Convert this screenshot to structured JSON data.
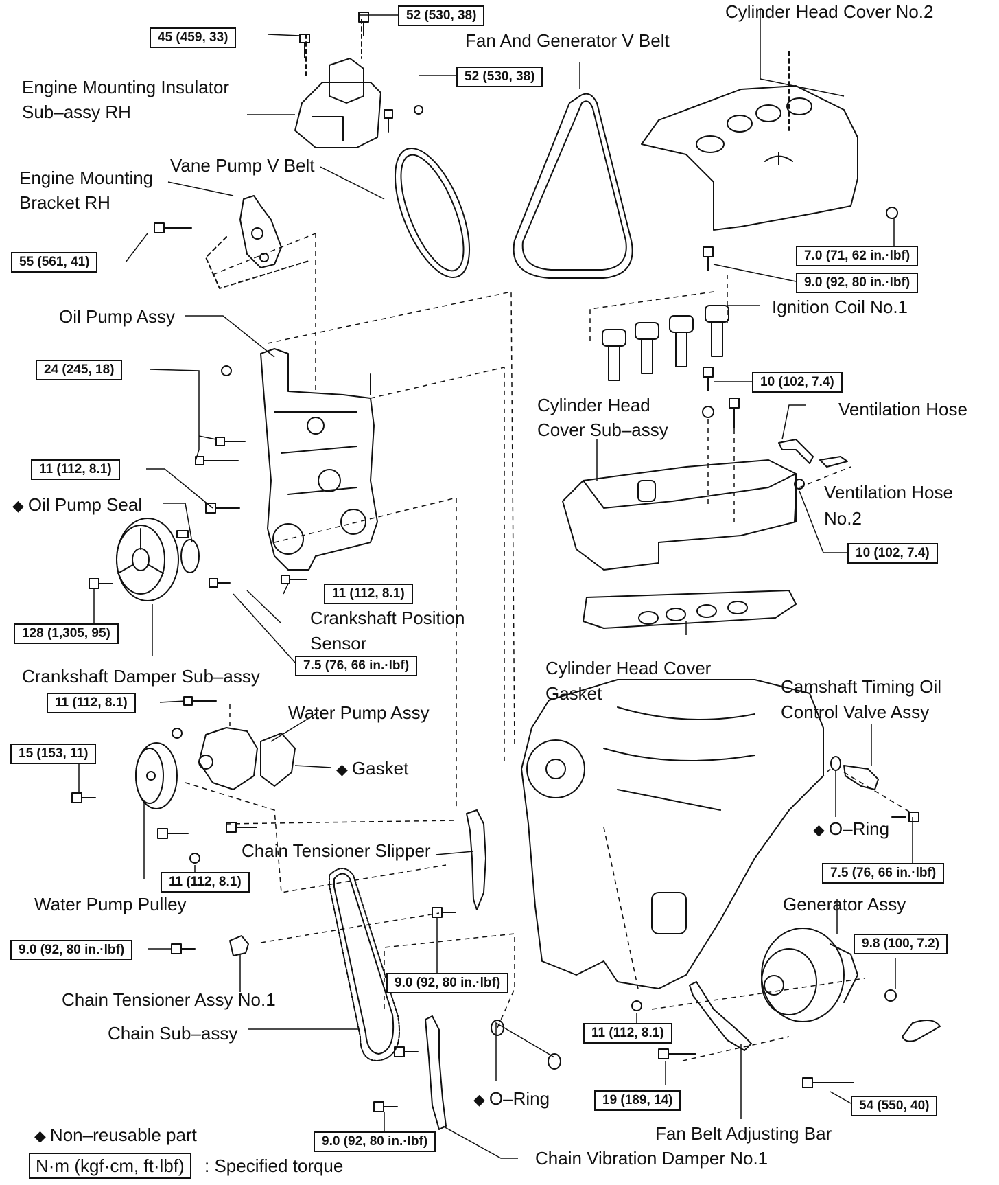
{
  "labels": {
    "cylinder_head_cover_no2": "Cylinder Head Cover No.2",
    "fan_generator_v_belt": "Fan And Generator V Belt",
    "engine_mounting_insulator_1": "Engine Mounting Insulator",
    "engine_mounting_insulator_2": "Sub–assy RH",
    "vane_pump_v_belt": "Vane Pump V Belt",
    "engine_mounting_bracket_1": "Engine Mounting",
    "engine_mounting_bracket_2": "Bracket RH",
    "oil_pump_assy": "Oil Pump Assy",
    "ignition_coil_no1": "Ignition Coil No.1",
    "cylinder_head_cover_sub_1": "Cylinder Head",
    "cylinder_head_cover_sub_2": "Cover Sub–assy",
    "ventilation_hose": "Ventilation Hose",
    "ventilation_hose_no2_1": "Ventilation Hose",
    "ventilation_hose_no2_2": "No.2",
    "oil_pump_seal": "Oil Pump Seal",
    "crankshaft_position_sensor_1": "Crankshaft Position",
    "crankshaft_position_sensor_2": "Sensor",
    "crankshaft_damper": "Crankshaft Damper Sub–assy",
    "cylinder_head_cover_gasket_1": "Cylinder Head Cover",
    "cylinder_head_cover_gasket_2": "Gasket",
    "camshaft_timing_ocv_1": "Camshaft Timing Oil",
    "camshaft_timing_ocv_2": "Control Valve Assy",
    "water_pump_assy": "Water Pump Assy",
    "gasket": "Gasket",
    "o_ring_upper": "O–Ring",
    "chain_tensioner_slipper": "Chain Tensioner Slipper",
    "water_pump_pulley": "Water Pump Pulley",
    "generator_assy": "Generator Assy",
    "chain_tensioner_assy_no1": "Chain Tensioner Assy No.1",
    "chain_sub_assy": "Chain Sub–assy",
    "o_ring_lower": "O–Ring",
    "fan_belt_adjusting_bar": "Fan Belt Adjusting Bar",
    "chain_vibration_damper": "Chain Vibration Damper No.1"
  },
  "torque": {
    "t1": "52 (530, 38)",
    "t2": "45 (459, 33)",
    "t3": "52 (530, 38)",
    "t4": "7.0 (71, 62 in.·lbf)",
    "t5": "9.0 (92, 80 in.·lbf)",
    "t6": "55 (561, 41)",
    "t7": "24 (245, 18)",
    "t8": "10 (102, 7.4)",
    "t9": "11 (112, 8.1)",
    "t10": "10 (102, 7.4)",
    "t11": "11 (112, 8.1)",
    "t12": "128 (1,305, 95)",
    "t13": "7.5 (76, 66 in.·lbf)",
    "t14": "11 (112, 8.1)",
    "t15": "15 (153, 11)",
    "t16": "7.5 (76, 66 in.·lbf)",
    "t17": "11 (112, 8.1)",
    "t18": "9.8 (100, 7.2)",
    "t19": "9.0 (92, 80 in.·lbf)",
    "t20": "9.0 (92, 80 in.·lbf)",
    "t21": "11 (112, 8.1)",
    "t22": "19 (189, 14)",
    "t23": "54 (550, 40)",
    "t24": "9.0 (92, 80 in.·lbf)"
  },
  "legend": {
    "non_reusable": "Non–reusable part",
    "torque_unit": "N·m (kgf·cm, ft·lbf)",
    "specified_torque": ": Specified torque"
  },
  "icons": {
    "non_reusable_marker": "diamond-icon"
  }
}
